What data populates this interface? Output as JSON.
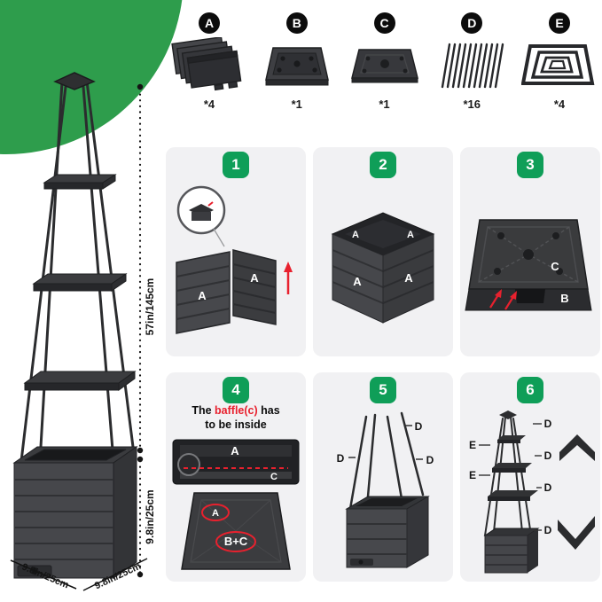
{
  "colors": {
    "green_blob": "#2e9d4c",
    "step_badge_green": "#0f9e58",
    "part_badge_black": "#0c0c0c",
    "dark_plastic": "#3b3c3f",
    "red_accent": "#e8212e",
    "step_panel_bg": "#f1f1f3"
  },
  "tower": {
    "height_label": "57in/145cm",
    "box_height_label": "9.8in/25cm",
    "base_depth_label": "9.8in/25cm",
    "base_width_label": "9.8in/25cm"
  },
  "parts": [
    {
      "letter": "A",
      "count": "*4",
      "icon": "stacked-panels"
    },
    {
      "letter": "B",
      "count": "*1",
      "icon": "base-tray"
    },
    {
      "letter": "C",
      "count": "*1",
      "icon": "baffle-plate"
    },
    {
      "letter": "D",
      "count": "*16",
      "icon": "rod-bundle"
    },
    {
      "letter": "E",
      "count": "*4",
      "icon": "nested-frames"
    }
  ],
  "steps": [
    {
      "number": "1",
      "labels": {
        "panel_left": "A",
        "panel_right": "A"
      }
    },
    {
      "number": "2",
      "labels": {
        "back_left": "A",
        "back_right": "A",
        "front_left": "A",
        "front_right": "A"
      }
    },
    {
      "number": "3",
      "labels": {
        "baffle": "C",
        "tray": "B"
      }
    },
    {
      "number": "4",
      "note": {
        "pre": "The ",
        "highlight": "baffle(c)",
        "line1_rest": " has",
        "line2": "to be inside"
      },
      "labels": {
        "closeup_panel": "A",
        "closeup_baffle": "C",
        "bottom_panel": "A",
        "bottom_center": "B+C"
      }
    },
    {
      "number": "5",
      "labels": {
        "rod_top": "D",
        "rod_right": "D",
        "rod_left": "D"
      }
    },
    {
      "number": "6",
      "labels": {
        "d1": "D",
        "e1": "E",
        "d2": "D",
        "e2": "E",
        "d3": "D",
        "d4": "D"
      }
    }
  ]
}
